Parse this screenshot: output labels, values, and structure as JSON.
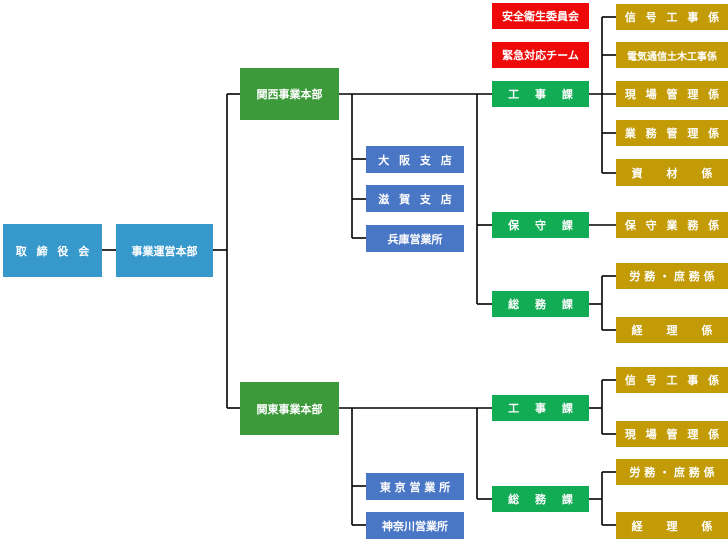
{
  "org": {
    "board": "取 締 役 会",
    "operations_hq": "事業運営本部",
    "kansai_hq": "関西事業本部",
    "kanto_hq": "関東事業本部",
    "kansai_branches": [
      "大 阪 支 店",
      "滋 賀 支 店",
      "兵庫営業所"
    ],
    "kanto_branches": [
      "東 京 営 業 所",
      "神奈川営業所"
    ],
    "kansai_sections": [
      "工 事 課",
      "保 守 課",
      "総 務 課"
    ],
    "kanto_sections": [
      "工 事 課",
      "総 務 課"
    ],
    "committees": [
      "安全衛生委員会",
      "緊急対応チーム"
    ],
    "kansai_construction_units": [
      "信 号 工 事 係",
      "電気通信土木工事係",
      "現 場 管 理 係",
      "業 務 管 理 係",
      "資 材 係"
    ],
    "kansai_maintenance_units": [
      "保 守 業 務 係"
    ],
    "kansai_general_units": [
      "労 務 ・ 庶 務 係",
      "経 理 係"
    ],
    "kanto_construction_units": [
      "信 号 工 事 係",
      "現 場 管 理 係"
    ],
    "kanto_general_units": [
      "労 務 ・ 庶 務 係",
      "経 理 係"
    ]
  }
}
